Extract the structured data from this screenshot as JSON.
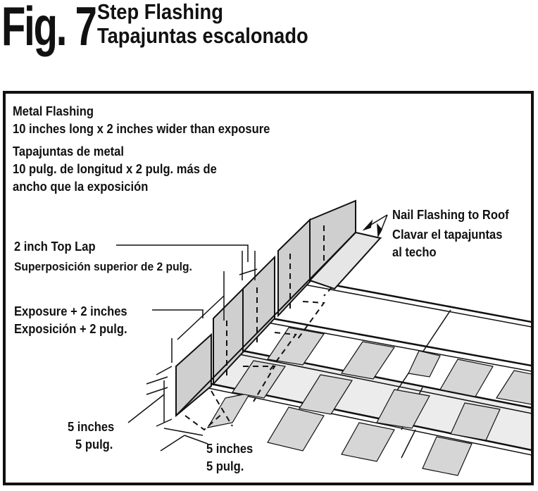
{
  "figure": {
    "number": "Fig. 7",
    "title_en": "Step Flashing",
    "title_es": "Tapajuntas escalonado"
  },
  "labels": {
    "metal_flashing_en": {
      "line1": "Metal Flashing",
      "line2": "10 inches long x 2 inches wider than exposure"
    },
    "metal_flashing_es": {
      "line1": "Tapajuntas de metal",
      "line2": "10 pulg. de longitud x 2 pulg. más de",
      "line3": "ancho que la exposición"
    },
    "nail_flashing": {
      "en": "Nail Flashing to Roof",
      "es_line1": "Clavar el tapajuntas",
      "es_line2": "al techo"
    },
    "top_lap": {
      "en": "2 inch Top Lap",
      "es": "Superposición superior de 2 pulg."
    },
    "exposure": {
      "en": "Exposure + 2 inches",
      "es": "Exposición + 2 pulg."
    },
    "vertical_dim": {
      "en": "5 inches",
      "es": "5 pulg."
    },
    "horizontal_dim": {
      "en": "5 inches",
      "es": "5 pulg."
    }
  },
  "colors": {
    "ink": "#111111",
    "flashing_fill": "#cfcfcf",
    "shingle_tab_fill": "#d6d6d6",
    "background": "#ffffff"
  }
}
